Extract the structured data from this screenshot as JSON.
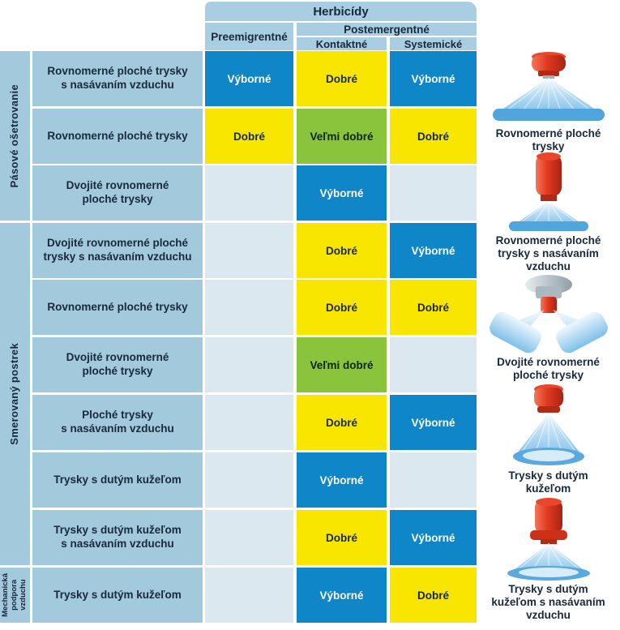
{
  "header": {
    "title": "Herbicídy",
    "col_pre": "Preemigrentné",
    "col_post": "Postemergentné",
    "col_kontakt": "Kontaktné",
    "col_system": "Systemické"
  },
  "sections": [
    {
      "label": "Pásové ošetrovanie"
    },
    {
      "label": "Smerovaný postrek"
    },
    {
      "label": "Mechanická\npodpora\nvzduchu"
    }
  ],
  "ratings": {
    "excellent": "Výborné",
    "good": "Dobré",
    "very_good": "Veľmi dobré"
  },
  "table": {
    "rows": [
      {
        "label": "Rovnomerné ploché trysky\ns nasávaním vzduchu",
        "cells": [
          {
            "label": "Výborné",
            "variant": "excellent"
          },
          {
            "label": "Dobré",
            "variant": "good"
          },
          {
            "label": "Výborné",
            "variant": "excellent"
          }
        ]
      },
      {
        "label": "Rovnomerné ploché trysky",
        "cells": [
          {
            "label": "Dobré",
            "variant": "good"
          },
          {
            "label": "Veľmi dobré",
            "variant": "very-good"
          },
          {
            "label": "Dobré",
            "variant": "good"
          }
        ]
      },
      {
        "label": "Dvojité rovnomerné\nploché trysky",
        "cells": [
          {
            "label": "",
            "variant": "none"
          },
          {
            "label": "Výborné",
            "variant": "excellent"
          },
          {
            "label": "",
            "variant": "none"
          }
        ]
      },
      {
        "label": "Dvojité rovnomerné ploché\ntrysky s nasávaním vzduchu",
        "cells": [
          {
            "label": "",
            "variant": "none"
          },
          {
            "label": "Dobré",
            "variant": "good"
          },
          {
            "label": "Výborné",
            "variant": "excellent"
          }
        ]
      },
      {
        "label": "Rovnomerné ploché trysky",
        "cells": [
          {
            "label": "",
            "variant": "none"
          },
          {
            "label": "Dobré",
            "variant": "good"
          },
          {
            "label": "Dobré",
            "variant": "good"
          }
        ]
      },
      {
        "label": "Dvojité rovnomerné\nploché trysky",
        "cells": [
          {
            "label": "",
            "variant": "none"
          },
          {
            "label": "Veľmi dobré",
            "variant": "very-good"
          },
          {
            "label": "",
            "variant": "none"
          }
        ]
      },
      {
        "label": "Ploché trysky\ns nasávaním vzduchu",
        "cells": [
          {
            "label": "",
            "variant": "none"
          },
          {
            "label": "Dobré",
            "variant": "good"
          },
          {
            "label": "Výborné",
            "variant": "excellent"
          }
        ]
      },
      {
        "label": "Trysky s dutým kužeľom",
        "cells": [
          {
            "label": "",
            "variant": "none"
          },
          {
            "label": "Výborné",
            "variant": "excellent"
          },
          {
            "label": "",
            "variant": "none"
          }
        ]
      },
      {
        "label": "Trysky s dutým kužeľom\ns nasávaním vzduchu",
        "cells": [
          {
            "label": "",
            "variant": "none"
          },
          {
            "label": "Dobré",
            "variant": "good"
          },
          {
            "label": "Výborné",
            "variant": "excellent"
          }
        ]
      },
      {
        "label": "Trysky s dutým kužeľom",
        "cells": [
          {
            "label": "",
            "variant": "none"
          },
          {
            "label": "Výborné",
            "variant": "excellent"
          },
          {
            "label": "Dobré",
            "variant": "good"
          }
        ]
      }
    ]
  },
  "figures": [
    {
      "icon": "flat-fan-nozzle",
      "caption": "Rovnomerné ploché\ntrysky"
    },
    {
      "icon": "air-induction-flat-fan-nozzle",
      "caption": "Rovnomerné ploché\ntrysky s nasávaním\nvzduchu"
    },
    {
      "icon": "double-flat-fan-nozzle",
      "caption": "Dvojité rovnomerné\nploché trysky"
    },
    {
      "icon": "hollow-cone-nozzle",
      "caption": "Trysky s dutým\nkužeľom"
    },
    {
      "icon": "air-induction-hollow-cone-nozzle",
      "caption": "Trysky s dutým\nkužeľom s nasávaním\nvzduchu"
    }
  ],
  "colors": {
    "excellent_blue": "#0e86c8",
    "good_yellow": "#f8e500",
    "very_good_green": "#8ac43c",
    "header_bg": "#a9cee1",
    "label_bg": "#a3c9dd",
    "empty_cell_bg": "#dbe8f0",
    "text_navy": "#18293c"
  }
}
